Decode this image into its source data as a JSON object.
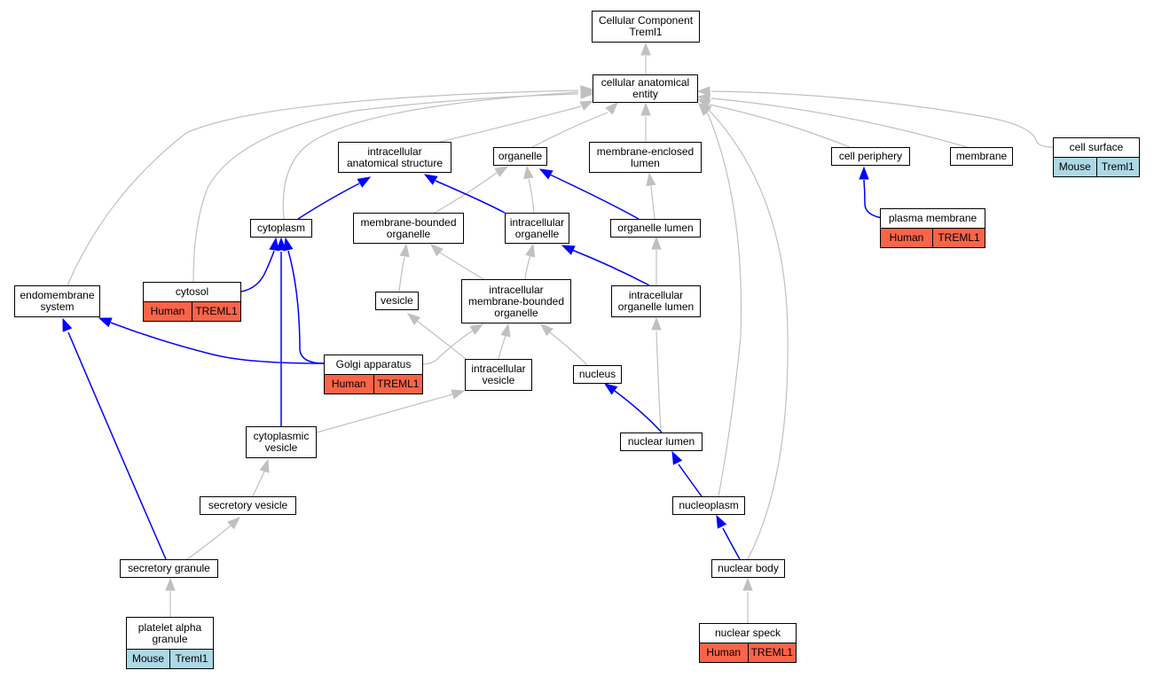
{
  "colors": {
    "part_of_edge": "#0000ff",
    "is_a_edge": "#c0c0c0",
    "human": "#fa6448",
    "mouse": "#add8e6"
  },
  "nodes": {
    "root": {
      "label": "Cellular Component\nTreml1"
    },
    "cae": {
      "label": "cellular anatomical\nentity"
    },
    "ias": {
      "label": "intracellular\nanatomical structure"
    },
    "organelle": {
      "label": "organelle"
    },
    "mel": {
      "label": "membrane-enclosed\nlumen"
    },
    "cellper": {
      "label": "cell periphery"
    },
    "membrane": {
      "label": "membrane"
    },
    "cellsurf": {
      "label": "cell surface",
      "species": "Mouse",
      "gene": "Treml1"
    },
    "cytoplasm": {
      "label": "cytoplasm"
    },
    "mbo": {
      "label": "membrane-bounded\norganelle"
    },
    "intorg": {
      "label": "intracellular\norganelle"
    },
    "orglumen": {
      "label": "organelle lumen"
    },
    "plasmamem": {
      "label": "plasma membrane",
      "species": "Human",
      "gene": "TREML1"
    },
    "endomem": {
      "label": "endomembrane\nsystem"
    },
    "cytosol": {
      "label": "cytosol",
      "species": "Human",
      "gene": "TREML1"
    },
    "vesicle": {
      "label": "vesicle"
    },
    "imbo": {
      "label": "intracellular\nmembrane-bounded\norganelle"
    },
    "iol": {
      "label": "intracellular\norganelle lumen"
    },
    "golgi": {
      "label": "Golgi apparatus",
      "species": "Human",
      "gene": "TREML1"
    },
    "intves": {
      "label": "intracellular\nvesicle"
    },
    "nucleus": {
      "label": "nucleus"
    },
    "cytves": {
      "label": "cytoplasmic\nvesicle"
    },
    "nuclumen": {
      "label": "nuclear lumen"
    },
    "secves": {
      "label": "secretory vesicle"
    },
    "nucleoplasm": {
      "label": "nucleoplasm"
    },
    "secgran": {
      "label": "secretory granule"
    },
    "nucbody": {
      "label": "nuclear body"
    },
    "platelet": {
      "label": "platelet alpha\ngranule",
      "species": "Mouse",
      "gene": "Treml1"
    },
    "nucspeck": {
      "label": "nuclear speck",
      "species": "Human",
      "gene": "TREML1"
    }
  }
}
